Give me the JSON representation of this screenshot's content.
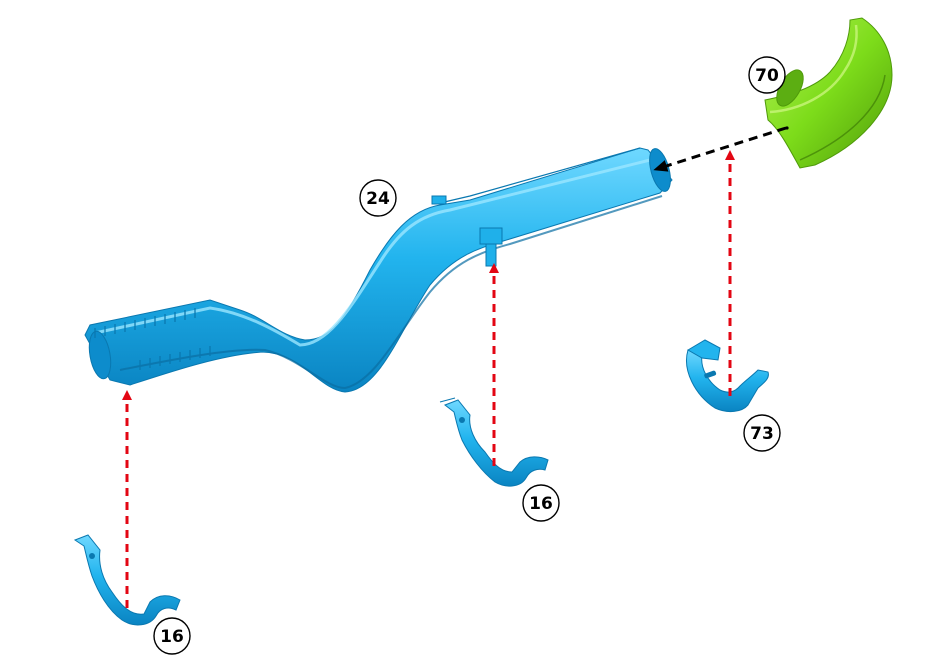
{
  "colors": {
    "background": "#ffffff",
    "part_blue": "#1fb0ea",
    "part_blue_light": "#6fd8ff",
    "part_blue_dark": "#0a78b0",
    "part_green": "#7ddc1a",
    "part_green_light": "#b6f25a",
    "part_green_dark": "#4f9a0a",
    "assembly_arrow_red": "#e30613",
    "assembly_arrow_black": "#000000",
    "callout_stroke": "#000000"
  },
  "callouts": {
    "duct": "24",
    "elbow": "70",
    "clip_rear": "73",
    "clip_middle": "16",
    "clip_front": "16"
  }
}
